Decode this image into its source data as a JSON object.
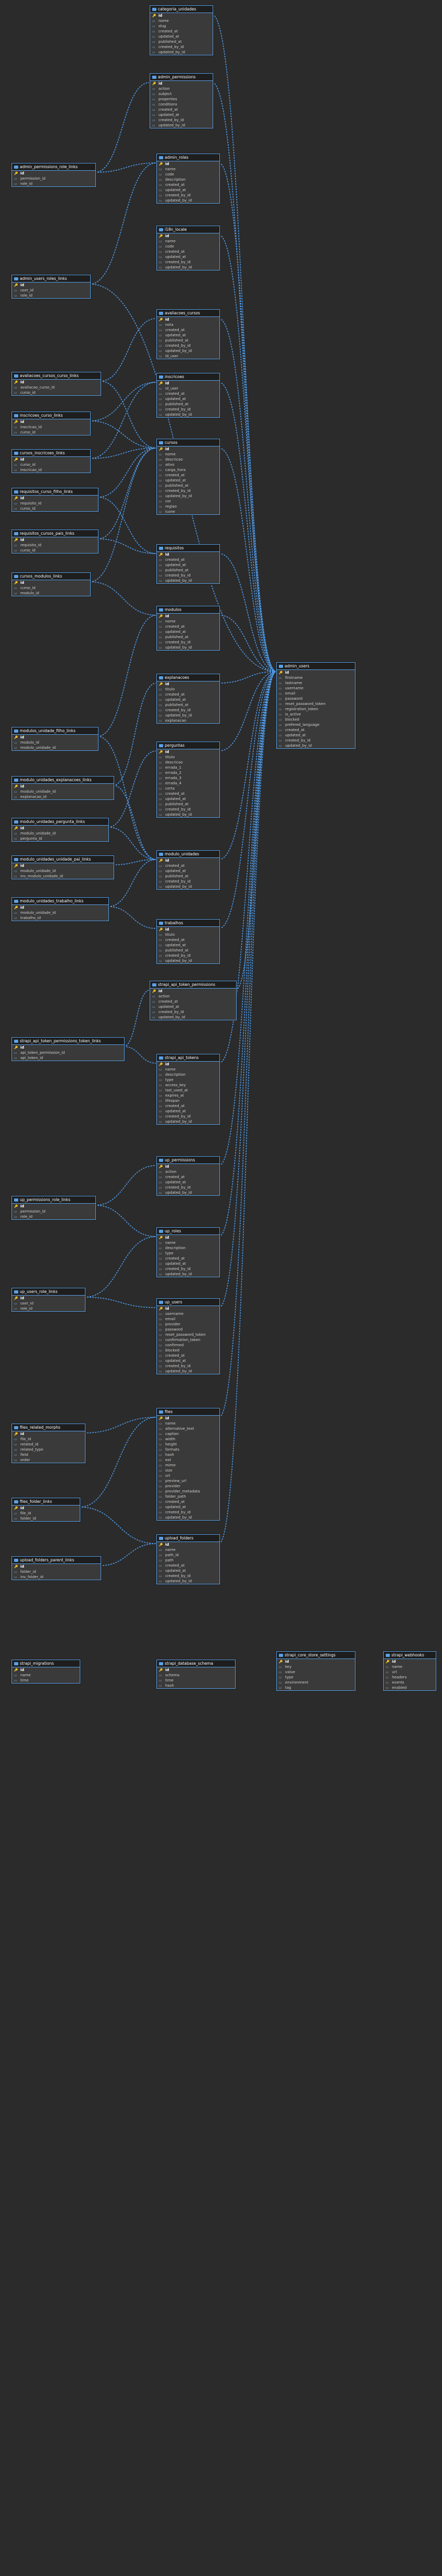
{
  "tables": [
    {
      "id": "categoria_unidades",
      "name": "categoria_unidades",
      "fields": [
        "id",
        "nome",
        "slug",
        "created_at",
        "updated_at",
        "published_at",
        "created_by_id",
        "updated_by_id"
      ]
    },
    {
      "id": "admin_permissions",
      "name": "admin_permissions",
      "fields": [
        "id",
        "action",
        "subject",
        "properties",
        "conditions",
        "created_at",
        "updated_at",
        "created_by_id",
        "updated_by_id"
      ]
    },
    {
      "id": "admin_permissions_role_links",
      "name": "admin_permissions_role_links",
      "fields": [
        "id",
        "permission_id",
        "role_id"
      ]
    },
    {
      "id": "admin_roles",
      "name": "admin_roles",
      "fields": [
        "id",
        "name",
        "code",
        "description",
        "created_at",
        "updated_at",
        "created_by_id",
        "updated_by_id"
      ]
    },
    {
      "id": "files_locale",
      "name": "i18n_locale",
      "fields": [
        "id",
        "name",
        "code",
        "created_at",
        "updated_at",
        "created_by_id",
        "updated_by_id"
      ]
    },
    {
      "id": "admin_users_roles_links",
      "name": "admin_users_roles_links",
      "fields": [
        "id",
        "user_id",
        "role_id"
      ]
    },
    {
      "id": "avaliacoes_cursos",
      "name": "avaliacoes_cursos",
      "fields": [
        "id",
        "nota",
        "created_at",
        "updated_at",
        "published_at",
        "created_by_id",
        "updated_by_id",
        "id_user"
      ]
    },
    {
      "id": "avaliacoes_cursos_curso_links",
      "name": "avaliacoes_cursos_curso_links",
      "fields": [
        "id",
        "avaliacao_curso_id",
        "curso_id"
      ]
    },
    {
      "id": "inscricoes",
      "name": "inscricoes",
      "fields": [
        "id",
        "id_user",
        "created_at",
        "updated_at",
        "published_at",
        "created_by_id",
        "updated_by_id"
      ]
    },
    {
      "id": "inscricoes_cursos_links",
      "name": "inscricoes_curso_links",
      "fields": [
        "id",
        "inscricao_id",
        "curso_id"
      ]
    },
    {
      "id": "cursos",
      "name": "cursos",
      "fields": [
        "id",
        "nome",
        "descricao",
        "ativo",
        "carga_hora",
        "created_at",
        "updated_at",
        "published_at",
        "created_by_id",
        "updated_by_id",
        "cor",
        "regiao",
        "icone"
      ]
    },
    {
      "id": "cursos_inscricoes_links",
      "name": "cursos_inscricoes_links",
      "fields": [
        "id",
        "curso_id",
        "inscricao_id"
      ]
    },
    {
      "id": "requisitos_curso_filho_links",
      "name": "requisitos_curso_filho_links",
      "fields": [
        "id",
        "requisito_id",
        "curso_id"
      ]
    },
    {
      "id": "requisitos",
      "name": "requisitos",
      "fields": [
        "id",
        "created_at",
        "updated_at",
        "published_at",
        "created_by_id",
        "updated_by_id"
      ]
    },
    {
      "id": "requisitos_cursos_pais_links",
      "name": "requisitos_cursos_pais_links",
      "fields": [
        "id",
        "requisito_id",
        "curso_id"
      ]
    },
    {
      "id": "cursos_modulos_links",
      "name": "cursos_modulos_links",
      "fields": [
        "id",
        "curso_id",
        "modulo_id"
      ]
    },
    {
      "id": "modulos",
      "name": "modulos",
      "fields": [
        "id",
        "nome",
        "created_at",
        "updated_at",
        "published_at",
        "created_by_id",
        "updated_by_id"
      ]
    },
    {
      "id": "admin_users",
      "name": "admin_users",
      "fields": [
        "id",
        "firstname",
        "lastname",
        "username",
        "email",
        "password",
        "reset_password_token",
        "registration_token",
        "is_active",
        "blocked",
        "prefered_language",
        "created_at",
        "updated_at",
        "created_by_id",
        "updated_by_id"
      ]
    },
    {
      "id": "explanacoes",
      "name": "explanacoes",
      "fields": [
        "id",
        "titulo",
        "created_at",
        "updated_at",
        "published_at",
        "created_by_id",
        "updated_by_id",
        "explanacao"
      ]
    },
    {
      "id": "modulo_unidade_filho_links",
      "name": "modulos_unidade_filho_links",
      "fields": [
        "id",
        "modulo_id",
        "modulo_unidade_id"
      ]
    },
    {
      "id": "perguntas",
      "name": "perguntas",
      "fields": [
        "id",
        "titulo",
        "descricao",
        "errada_1",
        "errada_2",
        "errada_3",
        "errada_4",
        "certa",
        "created_at",
        "updated_at",
        "published_at",
        "created_by_id",
        "updated_by_id"
      ]
    },
    {
      "id": "modulo_unidades_explanacoes_links",
      "name": "modulo_unidades_explanacoes_links",
      "fields": [
        "id",
        "modulo_unidade_id",
        "explanacao_id"
      ]
    },
    {
      "id": "modulo_unidades_pergunta_links",
      "name": "modulo_unidades_pergunta_links",
      "fields": [
        "id",
        "modulo_unidade_id",
        "pergunta_id"
      ]
    },
    {
      "id": "modulo_unidades",
      "name": "modulo_unidades",
      "fields": [
        "id",
        "created_at",
        "updated_at",
        "published_at",
        "created_by_id",
        "updated_by_id"
      ]
    },
    {
      "id": "modulo_unidades_unidade_pai_links",
      "name": "modulo_unidades_unidade_pai_links",
      "fields": [
        "id",
        "modulo_unidade_id",
        "inv_modulo_unidade_id"
      ]
    },
    {
      "id": "modulo_unidades_trabalho_links",
      "name": "modulo_unidades_trabalho_links",
      "fields": [
        "id",
        "modulo_unidade_id",
        "trabalho_id"
      ]
    },
    {
      "id": "trabalhos",
      "name": "trabalhos",
      "fields": [
        "id",
        "titulo",
        "created_at",
        "updated_at",
        "published_at",
        "created_by_id",
        "updated_by_id"
      ]
    },
    {
      "id": "strapi_api_token_permissions",
      "name": "strapi_api_token_permissions",
      "fields": [
        "id",
        "action",
        "created_at",
        "updated_at",
        "created_by_id",
        "updated_by_id"
      ]
    },
    {
      "id": "strapi_api_token_permissions_token_links",
      "name": "strapi_api_token_permissions_token_links",
      "fields": [
        "id",
        "api_token_permission_id",
        "api_token_id"
      ]
    },
    {
      "id": "strapi_api_tokens",
      "name": "strapi_api_tokens",
      "fields": [
        "id",
        "name",
        "description",
        "type",
        "access_key",
        "last_used_at",
        "expires_at",
        "lifespan",
        "created_at",
        "updated_at",
        "created_by_id",
        "updated_by_id"
      ]
    },
    {
      "id": "up_permissions",
      "name": "up_permissions",
      "fields": [
        "id",
        "action",
        "created_at",
        "updated_at",
        "created_by_id",
        "updated_by_id"
      ]
    },
    {
      "id": "up_permissions_role_links",
      "name": "up_permissions_role_links",
      "fields": [
        "id",
        "permission_id",
        "role_id"
      ]
    },
    {
      "id": "up_roles",
      "name": "up_roles",
      "fields": [
        "id",
        "name",
        "description",
        "type",
        "created_at",
        "updated_at",
        "created_by_id",
        "updated_by_id"
      ]
    },
    {
      "id": "up_users_role_links",
      "name": "up_users_role_links",
      "fields": [
        "id",
        "user_id",
        "role_id"
      ]
    },
    {
      "id": "up_users",
      "name": "up_users",
      "fields": [
        "id",
        "username",
        "email",
        "provider",
        "password",
        "reset_password_token",
        "confirmation_token",
        "confirmed",
        "blocked",
        "created_at",
        "updated_at",
        "created_by_id",
        "updated_by_id"
      ]
    },
    {
      "id": "files",
      "name": "files",
      "fields": [
        "id",
        "name",
        "alternative_text",
        "caption",
        "width",
        "height",
        "formats",
        "hash",
        "ext",
        "mime",
        "size",
        "url",
        "preview_url",
        "provider",
        "provider_metadata",
        "folder_path",
        "created_at",
        "updated_at",
        "created_by_id",
        "updated_by_id"
      ]
    },
    {
      "id": "files_related_morphs",
      "name": "files_related_morphs",
      "fields": [
        "id",
        "file_id",
        "related_id",
        "related_type",
        "field",
        "order"
      ]
    },
    {
      "id": "files_folder_links",
      "name": "files_folder_links",
      "fields": [
        "id",
        "file_id",
        "folder_id"
      ]
    },
    {
      "id": "upload_folders",
      "name": "upload_folders",
      "fields": [
        "id",
        "name",
        "path_id",
        "path",
        "created_at",
        "updated_at",
        "created_by_id",
        "updated_by_id"
      ]
    },
    {
      "id": "upload_folders_parent_links",
      "name": "upload_folders_parent_links",
      "fields": [
        "id",
        "folder_id",
        "inv_folder_id"
      ]
    },
    {
      "id": "strapi_migrations",
      "name": "strapi_migrations",
      "fields": [
        "id",
        "name",
        "time"
      ]
    },
    {
      "id": "strapi_database_schema",
      "name": "strapi_database_schema",
      "fields": [
        "id",
        "schema",
        "time",
        "hash"
      ]
    },
    {
      "id": "strapi_core_store_settings",
      "name": "strapi_core_store_settings",
      "fields": [
        "id",
        "key",
        "value",
        "type",
        "environment",
        "tag"
      ]
    },
    {
      "id": "strapi_webhooks",
      "name": "strapi_webhooks",
      "fields": [
        "id",
        "name",
        "url",
        "headers",
        "events",
        "enabled"
      ]
    }
  ],
  "edges": [
    [
      "categoria_unidades",
      "admin_users"
    ],
    [
      "admin_permissions",
      "admin_users"
    ],
    [
      "admin_roles",
      "admin_users"
    ],
    [
      "files_locale",
      "admin_users"
    ],
    [
      "avaliacoes_cursos",
      "admin_users"
    ],
    [
      "inscricoes",
      "admin_users"
    ],
    [
      "cursos",
      "admin_users"
    ],
    [
      "requisitos",
      "admin_users"
    ],
    [
      "modulos",
      "admin_users"
    ],
    [
      "explanacoes",
      "admin_users"
    ],
    [
      "perguntas",
      "admin_users"
    ],
    [
      "modulo_unidades",
      "admin_users"
    ],
    [
      "trabalhos",
      "admin_users"
    ],
    [
      "strapi_api_token_permissions",
      "admin_users"
    ],
    [
      "strapi_api_tokens",
      "admin_users"
    ],
    [
      "up_permissions",
      "admin_users"
    ],
    [
      "up_roles",
      "admin_users"
    ],
    [
      "up_users",
      "admin_users"
    ],
    [
      "files",
      "admin_users"
    ],
    [
      "upload_folders",
      "admin_users"
    ],
    [
      "admin_permissions_role_links",
      "admin_permissions"
    ],
    [
      "admin_permissions_role_links",
      "admin_roles"
    ],
    [
      "admin_users_roles_links",
      "admin_roles"
    ],
    [
      "admin_users_roles_links",
      "admin_users"
    ],
    [
      "avaliacoes_cursos_curso_links",
      "avaliacoes_cursos"
    ],
    [
      "avaliacoes_cursos_curso_links",
      "cursos"
    ],
    [
      "inscricoes_cursos_links",
      "inscricoes"
    ],
    [
      "inscricoes_cursos_links",
      "cursos"
    ],
    [
      "cursos_inscricoes_links",
      "cursos"
    ],
    [
      "cursos_inscricoes_links",
      "inscricoes"
    ],
    [
      "requisitos_curso_filho_links",
      "requisitos"
    ],
    [
      "requisitos_curso_filho_links",
      "cursos"
    ],
    [
      "requisitos_cursos_pais_links",
      "requisitos"
    ],
    [
      "requisitos_cursos_pais_links",
      "cursos"
    ],
    [
      "cursos_modulos_links",
      "cursos"
    ],
    [
      "cursos_modulos_links",
      "modulos"
    ],
    [
      "modulo_unidade_filho_links",
      "modulos"
    ],
    [
      "modulo_unidade_filho_links",
      "modulo_unidades"
    ],
    [
      "modulo_unidades_explanacoes_links",
      "modulo_unidades"
    ],
    [
      "modulo_unidades_explanacoes_links",
      "explanacoes"
    ],
    [
      "modulo_unidades_pergunta_links",
      "modulo_unidades"
    ],
    [
      "modulo_unidades_pergunta_links",
      "perguntas"
    ],
    [
      "modulo_unidades_unidade_pai_links",
      "modulo_unidades"
    ],
    [
      "modulo_unidades_trabalho_links",
      "modulo_unidades"
    ],
    [
      "modulo_unidades_trabalho_links",
      "trabalhos"
    ],
    [
      "strapi_api_token_permissions_token_links",
      "strapi_api_token_permissions"
    ],
    [
      "strapi_api_token_permissions_token_links",
      "strapi_api_tokens"
    ],
    [
      "up_permissions_role_links",
      "up_permissions"
    ],
    [
      "up_permissions_role_links",
      "up_roles"
    ],
    [
      "up_users_role_links",
      "up_users"
    ],
    [
      "up_users_role_links",
      "up_roles"
    ],
    [
      "files_related_morphs",
      "files"
    ],
    [
      "files_folder_links",
      "files"
    ],
    [
      "files_folder_links",
      "upload_folders"
    ],
    [
      "upload_folders_parent_links",
      "upload_folders"
    ]
  ]
}
